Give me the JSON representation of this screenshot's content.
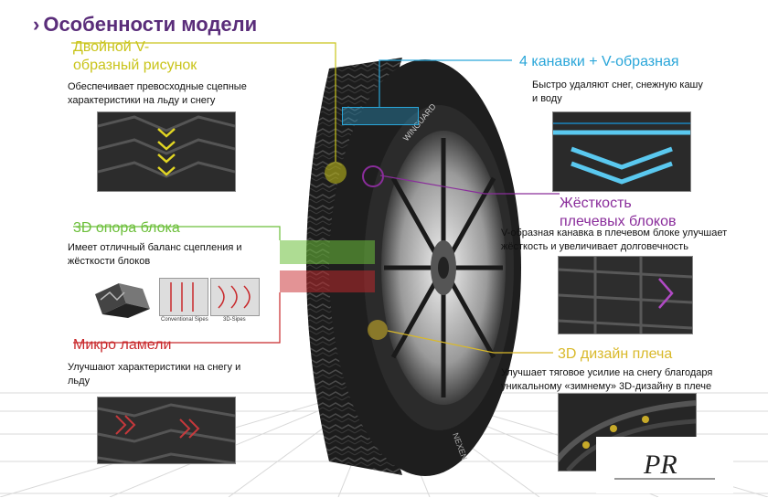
{
  "header": {
    "title": "Особенности модели"
  },
  "features": [
    {
      "id": "v_pattern",
      "title": "Двойной V-образный рисунок",
      "title_line1": "Двойной V-",
      "title_line2": "образный рисунок",
      "desc_line1": "Обеспечивает превосходные сцепные",
      "desc_line2": "характеристики на льду и снегу",
      "color": "#c9c41a"
    },
    {
      "id": "block_support",
      "title": "3D опора блока",
      "desc_line1": "Имеет отличный баланс сцепления и",
      "desc_line2": "жёсткости блоков",
      "color": "#6cbf3a"
    },
    {
      "id": "micro_sipes",
      "title": "Микро ламели",
      "desc_line1": "Улучшают характеристики на снегу и",
      "desc_line2": "льду",
      "color": "#c8282b"
    },
    {
      "id": "grooves",
      "title": "4 канавки + V-образная",
      "desc_line1": "Быстро удаляют снег, снежную кашу",
      "desc_line2": "и воду",
      "color": "#2aa6d9"
    },
    {
      "id": "shoulder_stiffness",
      "title_line1": "Жёсткость",
      "title_line2": "плечевых блоков",
      "desc_line1": "V-образная канавка в плечевом блоке улучшает",
      "desc_line2": "жёсткость и увеличивает долговечность",
      "color": "#8a2d9b"
    },
    {
      "id": "shoulder_3d",
      "title": "3D дизайн плеча",
      "desc_line1": "Улучшает тяговое усилие на снегу благодаря",
      "desc_line2": "уникальному «зимнему» 3D-дизайну в плече",
      "color": "#d9b92a"
    }
  ],
  "sipes_labels": {
    "conventional": "Conventional Sipes",
    "three_d": "3D-Sipes"
  },
  "tire_text": {
    "brand": "WINGUARD",
    "maker": "NEXEN"
  },
  "logo_text": "PR",
  "colors": {
    "title": "#5a2d7a"
  }
}
